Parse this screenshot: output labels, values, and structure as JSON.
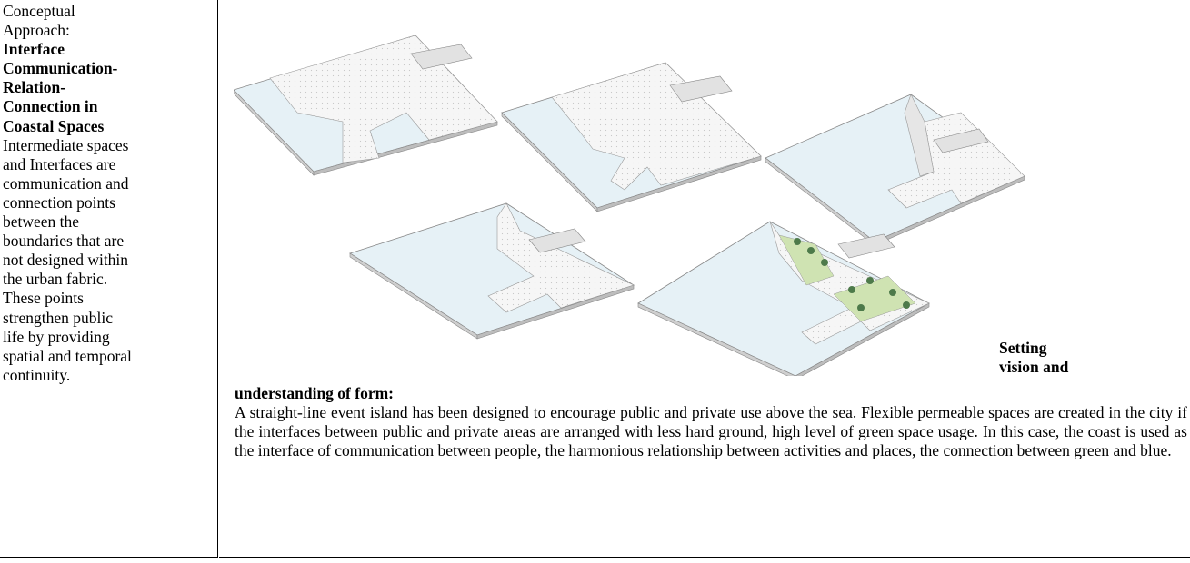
{
  "left": {
    "line1": "Conceptual",
    "line2": "Approach:",
    "bold_lines": [
      "Interface",
      "Communication-",
      "Relation-",
      "Connection in",
      "Coastal Spaces"
    ],
    "body_lines": [
      "Intermediate spaces",
      "and Interfaces are",
      "communication and",
      "connection points",
      "between the",
      "boundaries that are",
      "not designed within",
      "the urban fabric.",
      "These points",
      "strengthen public",
      "life by providing",
      "spatial and temporal",
      "continuity."
    ]
  },
  "right": {
    "setting_line1": "Setting",
    "setting_line2": "vision and",
    "heading": "understanding of form:",
    "paragraph": "A straight-line event island has been designed to encourage public and private use above the sea. Flexible permeable spaces are created in the city if the interfaces between public and private areas are arranged with less hard ground, high level of green space usage. In this case, the coast is used as the interface of communication between people, the harmonious relationship between activities and places, the connection between green and blue."
  },
  "colors": {
    "water": "#e6f1f6",
    "plaza": "#f4f4f4",
    "green": "#cfe3b2",
    "tree": "#4d7a4a",
    "line": "#7a7a7a"
  }
}
